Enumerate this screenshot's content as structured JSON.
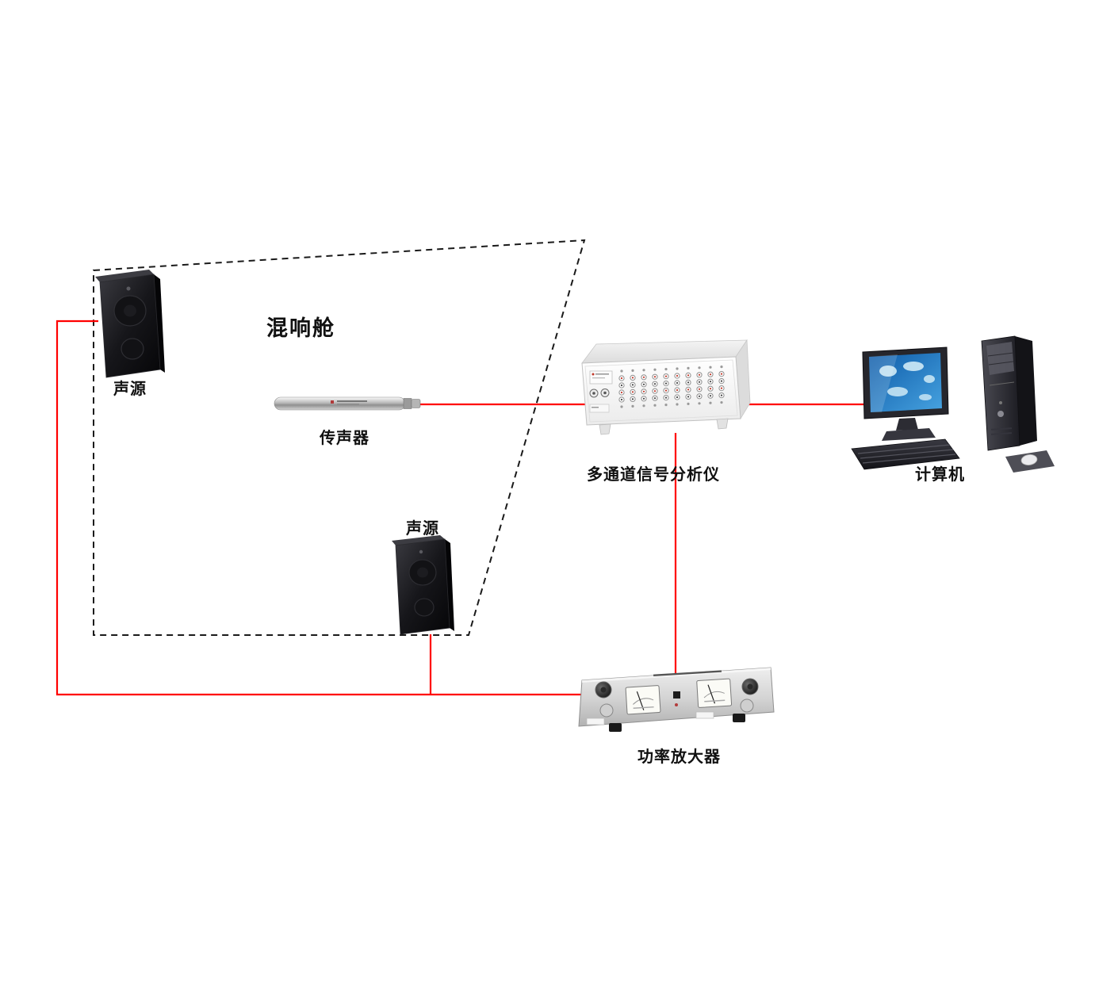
{
  "diagram": {
    "chamber": {
      "label": "混响舱"
    },
    "nodes": {
      "speaker_top": {
        "label": "声源"
      },
      "speaker_bottom": {
        "label": "声源"
      },
      "microphone": {
        "label": "传声器"
      },
      "analyzer": {
        "label": "多通道信号分析仪"
      },
      "computer": {
        "label": "计算机"
      },
      "amplifier": {
        "label": "功率放大器"
      }
    },
    "colors": {
      "connection": "#ff0000",
      "outline": "#1a1a1a"
    }
  }
}
